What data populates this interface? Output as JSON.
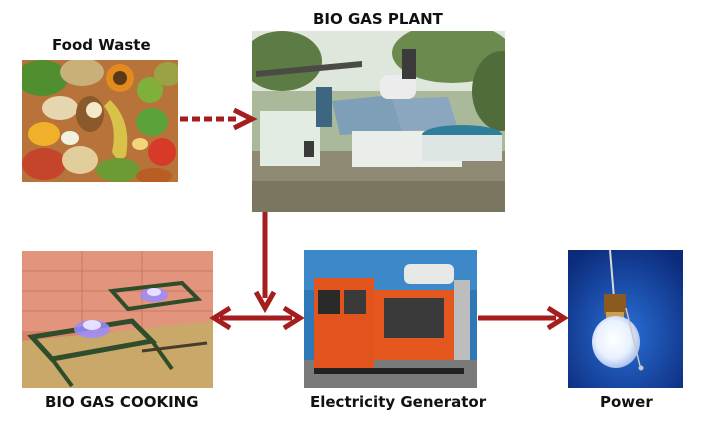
{
  "labels": {
    "food_waste": "Food Waste",
    "bio_gas_plant": "BIO GAS PLANT",
    "bio_gas_cooking": "BIO GAS COOKING",
    "electricity_generator": "Electricity Generator",
    "power": "Power"
  },
  "colors": {
    "arrow": "#a51d1d",
    "background": "#ffffff"
  },
  "icons": {
    "food": "food-waste-photo",
    "plant": "biogas-plant-photo",
    "cooking": "gas-stove-photo",
    "generator": "generator-photo",
    "bulb": "light-bulb-photo"
  }
}
